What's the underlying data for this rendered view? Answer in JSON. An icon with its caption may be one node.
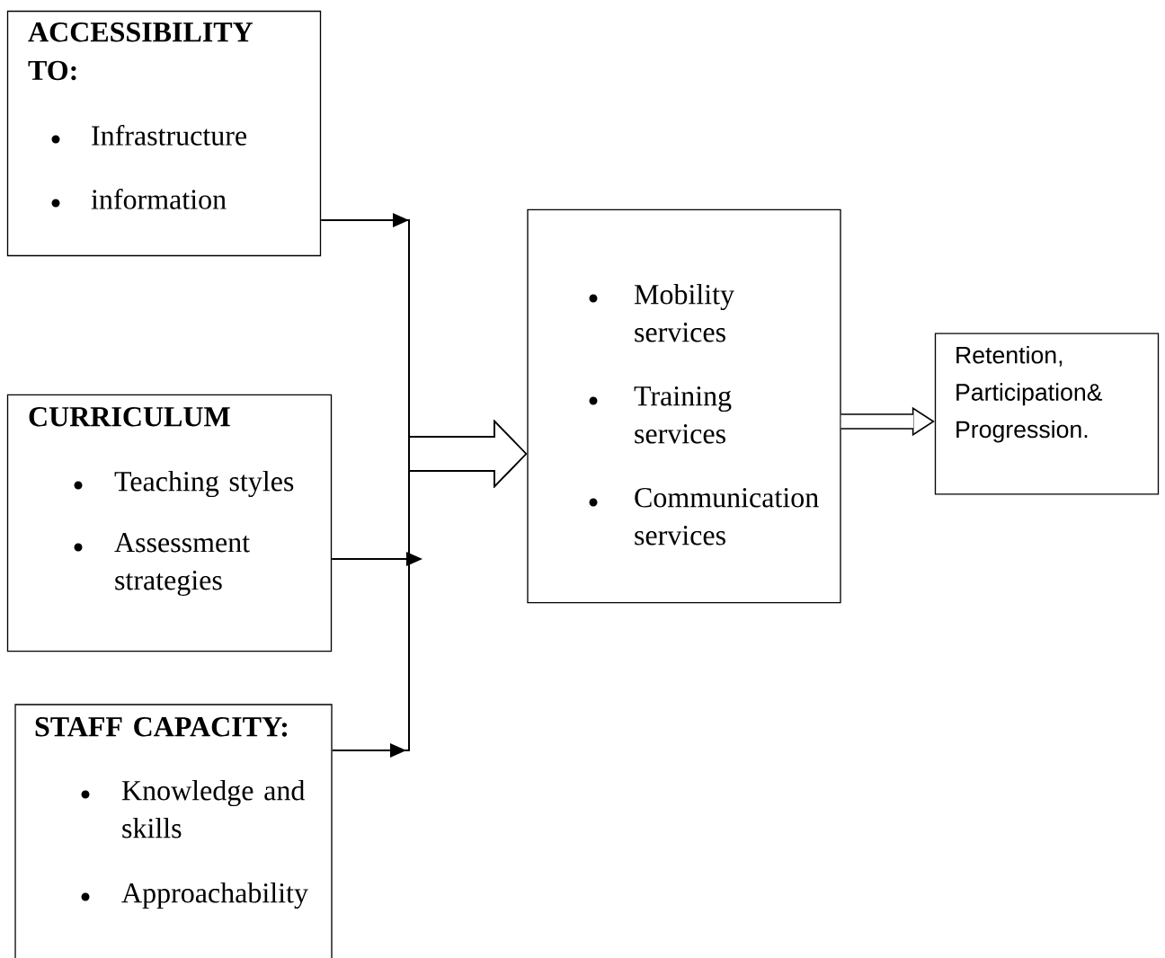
{
  "diagram": {
    "nodes": [
      {
        "text": [
          "ACCESSIBILITY TO:",
          "Infrastructure",
          "information"
        ]
      },
      {
        "text": [
          "CURRICULUM",
          "Teaching styles",
          "Assessment strategies"
        ]
      },
      {
        "text": [
          "STAFF CAPACITY:",
          "Knowledge and skills",
          "Approachability"
        ]
      },
      {
        "text": [
          "Mobility services",
          "Training services",
          "Communication services"
        ]
      },
      {
        "text": [
          "Retention, Participation& Progression."
        ]
      }
    ],
    "edges": [
      {
        "from": 0,
        "to": 3,
        "arrow": "to"
      },
      {
        "from": 1,
        "to": 3,
        "arrow": "to"
      },
      {
        "from": 2,
        "to": 3,
        "arrow": "to"
      },
      {
        "from": 3,
        "to": 4,
        "arrow": "to"
      }
    ]
  }
}
